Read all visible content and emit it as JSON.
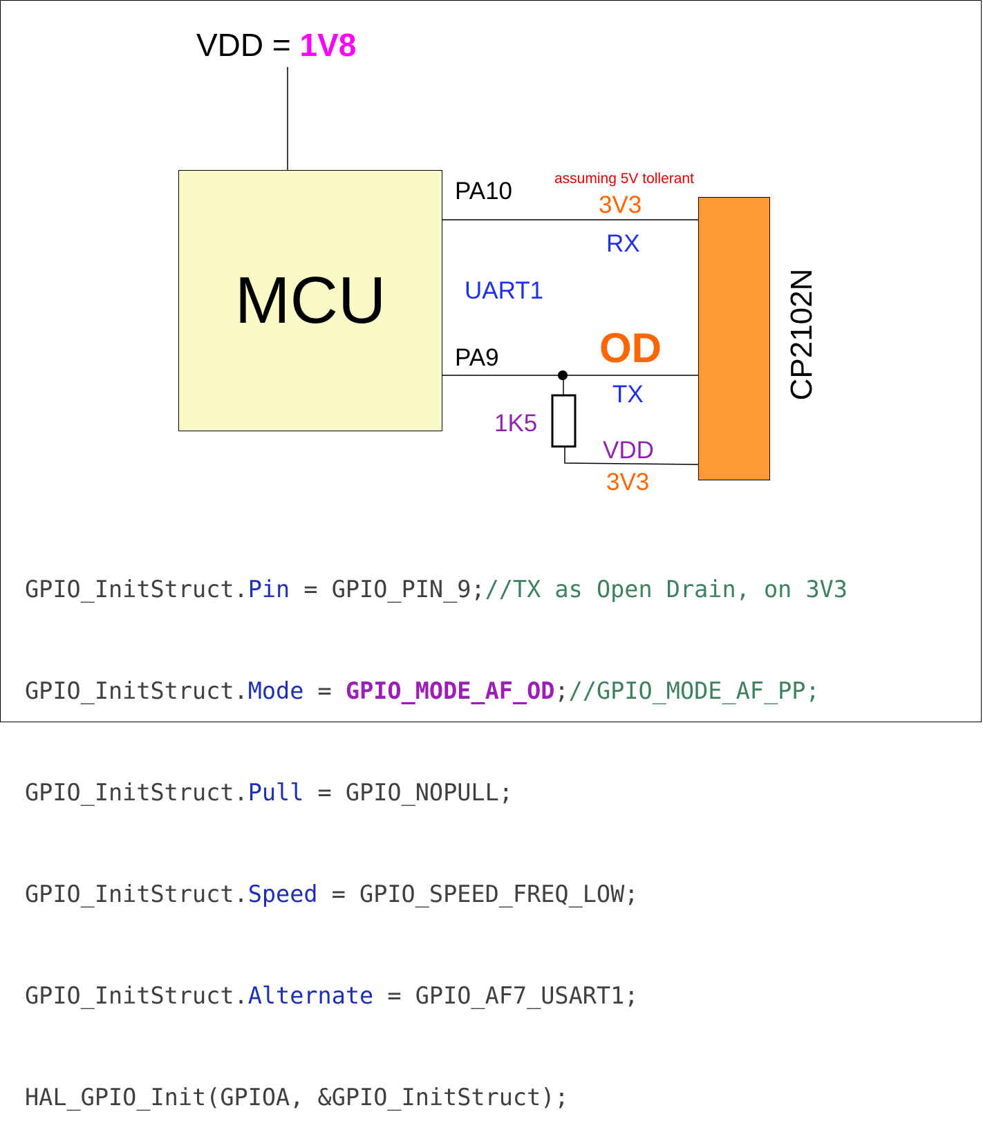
{
  "diagram": {
    "vdd_label": "VDD = ",
    "vdd_value": "1V8",
    "mcu_label": "MCU",
    "chip_label": "CP2102N",
    "pin_pa10": "PA10",
    "pin_pa9": "PA9",
    "note_tolerant": "assuming 5V tollerant",
    "rx_voltage": "3V3",
    "rx_label": "RX",
    "uart_label": "UART1",
    "od_label": "OD",
    "tx_label": "TX",
    "resistor_label": "1K5",
    "vdd_pin_label": "VDD",
    "vdd_pin_voltage": "3V3"
  },
  "colors": {
    "mcu_fill": "#fafac8",
    "chip_fill": "#ff9933",
    "vdd_value": "#ff00ff",
    "orange_text": "#ff6600",
    "blue_text": "#1f2fe6",
    "purple_text": "#8e24aa",
    "red_text": "#e00000"
  },
  "code": {
    "lines": [
      {
        "obj": "GPIO_InitStruct.",
        "field": "Pin",
        "mid": " = GPIO_PIN_9;",
        "hl": "",
        "semi": "",
        "comment": "//TX as Open Drain, on 3V3"
      },
      {
        "obj": "GPIO_InitStruct.",
        "field": "Mode",
        "mid": " = ",
        "hl": "GPIO_MODE_AF_OD",
        "semi": ";",
        "comment": "//GPIO_MODE_AF_PP;"
      },
      {
        "obj": "GPIO_InitStruct.",
        "field": "Pull",
        "mid": " = GPIO_NOPULL;",
        "hl": "",
        "semi": "",
        "comment": ""
      },
      {
        "obj": "GPIO_InitStruct.",
        "field": "Speed",
        "mid": " = GPIO_SPEED_FREQ_LOW;",
        "hl": "",
        "semi": "",
        "comment": ""
      },
      {
        "obj": "GPIO_InitStruct.",
        "field": "Alternate",
        "mid": " = GPIO_AF7_USART1;",
        "hl": "",
        "semi": "",
        "comment": ""
      },
      {
        "obj": "HAL_GPIO_Init(GPIOA, &GPIO_InitStruct);",
        "field": "",
        "mid": "",
        "hl": "",
        "semi": "",
        "comment": ""
      }
    ]
  }
}
